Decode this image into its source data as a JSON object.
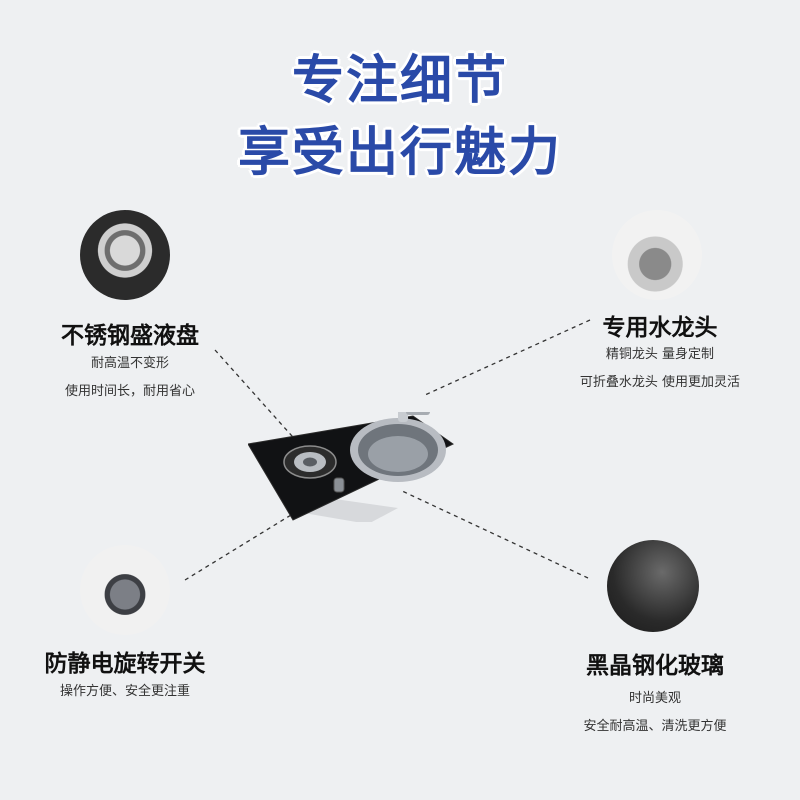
{
  "headline": {
    "line1": "专注细节",
    "line2": "享受出行魅力"
  },
  "features": {
    "pan": {
      "title": "不锈钢盛液盘",
      "lines": [
        "耐高温不变形",
        "使用时间长，耐用省心"
      ]
    },
    "faucet": {
      "title": "专用水龙头",
      "lines": [
        "精铜龙头 量身定制",
        "可折叠水龙头 使用更加灵活"
      ]
    },
    "knob": {
      "title": "防静电旋转开关",
      "lines": [
        "操作方便、安全更注重"
      ]
    },
    "glass": {
      "title": "黑晶钢化玻璃",
      "lines": [
        "时尚美观",
        "安全耐高温、清洗更方便"
      ]
    }
  },
  "colors": {
    "headline": "#2a4aa8",
    "background": "#eef0f2"
  }
}
